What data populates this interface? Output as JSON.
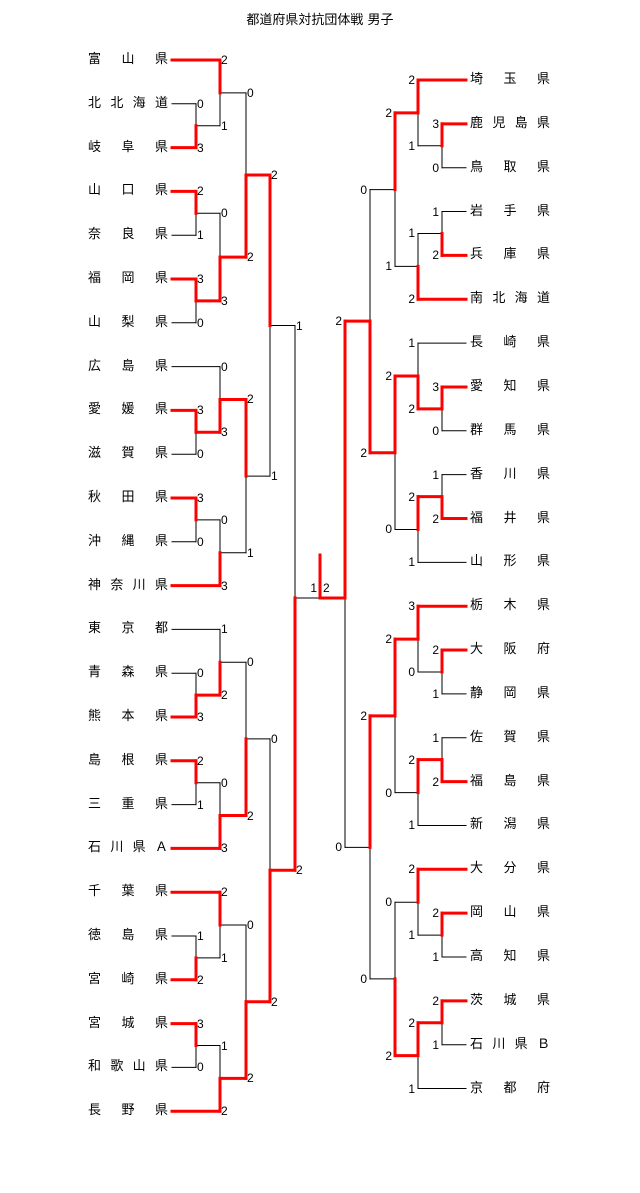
{
  "title": "都道府県対抗団体戦 男子",
  "colors": {
    "winner": "#ff0000",
    "line": "#000000"
  },
  "final": {
    "left_score": 1,
    "right_score": 2
  },
  "left": {
    "sa": 1,
    "sb": 2,
    "a": {
      "sa": 2,
      "sb": 1,
      "a": {
        "sa": 0,
        "sb": 2,
        "a": {
          "sa": 2,
          "sb": 1,
          "a": {
            "team": "富山県"
          },
          "b": {
            "sa": 0,
            "sb": 3,
            "a": {
              "team": "北北海道"
            },
            "b": {
              "team": "岐阜県"
            }
          }
        },
        "b": {
          "sa": 0,
          "sb": 3,
          "a": {
            "sa": 2,
            "sb": 1,
            "a": {
              "team": "山口県"
            },
            "b": {
              "team": "奈良県"
            }
          },
          "b": {
            "sa": 3,
            "sb": 0,
            "a": {
              "team": "福岡県"
            },
            "b": {
              "team": "山梨県"
            }
          }
        }
      },
      "b": {
        "sa": 2,
        "sb": 1,
        "a": {
          "sa": 0,
          "sb": 3,
          "a": {
            "team": "広島県"
          },
          "b": {
            "sa": 3,
            "sb": 0,
            "a": {
              "team": "愛媛県"
            },
            "b": {
              "team": "滋賀県"
            }
          }
        },
        "b": {
          "sa": 0,
          "sb": 3,
          "a": {
            "sa": 3,
            "sb": 0,
            "a": {
              "team": "秋田県"
            },
            "b": {
              "team": "沖縄県"
            }
          },
          "b": {
            "team": "神奈川県"
          }
        }
      }
    },
    "b": {
      "sa": 0,
      "sb": 2,
      "a": {
        "sa": 0,
        "sb": 2,
        "a": {
          "sa": 1,
          "sb": 2,
          "a": {
            "team": "東京都"
          },
          "b": {
            "sa": 0,
            "sb": 3,
            "a": {
              "team": "青森県"
            },
            "b": {
              "team": "熊本県"
            }
          }
        },
        "b": {
          "sa": 0,
          "sb": 3,
          "a": {
            "sa": 2,
            "sb": 1,
            "a": {
              "team": "島根県"
            },
            "b": {
              "team": "三重県"
            }
          },
          "b": {
            "team": "石川県Ａ"
          }
        }
      },
      "b": {
        "sa": 0,
        "sb": 2,
        "a": {
          "sa": 2,
          "sb": 1,
          "a": {
            "team": "千葉県"
          },
          "b": {
            "sa": 1,
            "sb": 2,
            "a": {
              "team": "徳島県"
            },
            "b": {
              "team": "宮崎県"
            }
          }
        },
        "b": {
          "sa": 1,
          "sb": 2,
          "a": {
            "sa": 3,
            "sb": 0,
            "a": {
              "team": "宮城県"
            },
            "b": {
              "team": "和歌山県"
            }
          },
          "b": {
            "team": "長野県"
          }
        }
      }
    }
  },
  "right": {
    "sa": 2,
    "sb": 0,
    "a": {
      "sa": 0,
      "sb": 2,
      "a": {
        "sa": 2,
        "sb": 1,
        "a": {
          "sa": 2,
          "sb": 1,
          "a": {
            "team": "埼玉県"
          },
          "b": {
            "sa": 3,
            "sb": 0,
            "a": {
              "team": "鹿児島県"
            },
            "b": {
              "team": "鳥取県"
            }
          }
        },
        "b": {
          "sa": 1,
          "sb": 2,
          "a": {
            "sa": 1,
            "sb": 2,
            "a": {
              "team": "岩手県"
            },
            "b": {
              "team": "兵庫県"
            }
          },
          "b": {
            "team": "南北海道"
          }
        }
      },
      "b": {
        "sa": 2,
        "sb": 0,
        "a": {
          "sa": 1,
          "sb": 2,
          "a": {
            "team": "長崎県"
          },
          "b": {
            "sa": 3,
            "sb": 0,
            "a": {
              "team": "愛知県"
            },
            "b": {
              "team": "群馬県"
            }
          }
        },
        "b": {
          "sa": 2,
          "sb": 1,
          "a": {
            "sa": 1,
            "sb": 2,
            "a": {
              "team": "香川県"
            },
            "b": {
              "team": "福井県"
            }
          },
          "b": {
            "team": "山形県"
          }
        }
      }
    },
    "b": {
      "sa": 2,
      "sb": 0,
      "a": {
        "sa": 2,
        "sb": 0,
        "a": {
          "sa": 3,
          "sb": 0,
          "a": {
            "team": "栃木県"
          },
          "b": {
            "sa": 2,
            "sb": 1,
            "a": {
              "team": "大阪府"
            },
            "b": {
              "team": "静岡県"
            }
          }
        },
        "b": {
          "sa": 2,
          "sb": 1,
          "a": {
            "sa": 1,
            "sb": 2,
            "a": {
              "team": "佐賀県"
            },
            "b": {
              "team": "福島県"
            }
          },
          "b": {
            "team": "新潟県"
          }
        }
      },
      "b": {
        "sa": 0,
        "sb": 2,
        "a": {
          "sa": 2,
          "sb": 1,
          "a": {
            "team": "大分県"
          },
          "b": {
            "sa": 2,
            "sb": 1,
            "a": {
              "team": "岡山県"
            },
            "b": {
              "team": "高知県"
            }
          }
        },
        "b": {
          "sa": 2,
          "sb": 1,
          "a": {
            "sa": 2,
            "sb": 1,
            "a": {
              "team": "茨城県"
            },
            "b": {
              "team": "石川県Ｂ"
            }
          },
          "b": {
            "team": "京都府"
          }
        }
      }
    }
  }
}
